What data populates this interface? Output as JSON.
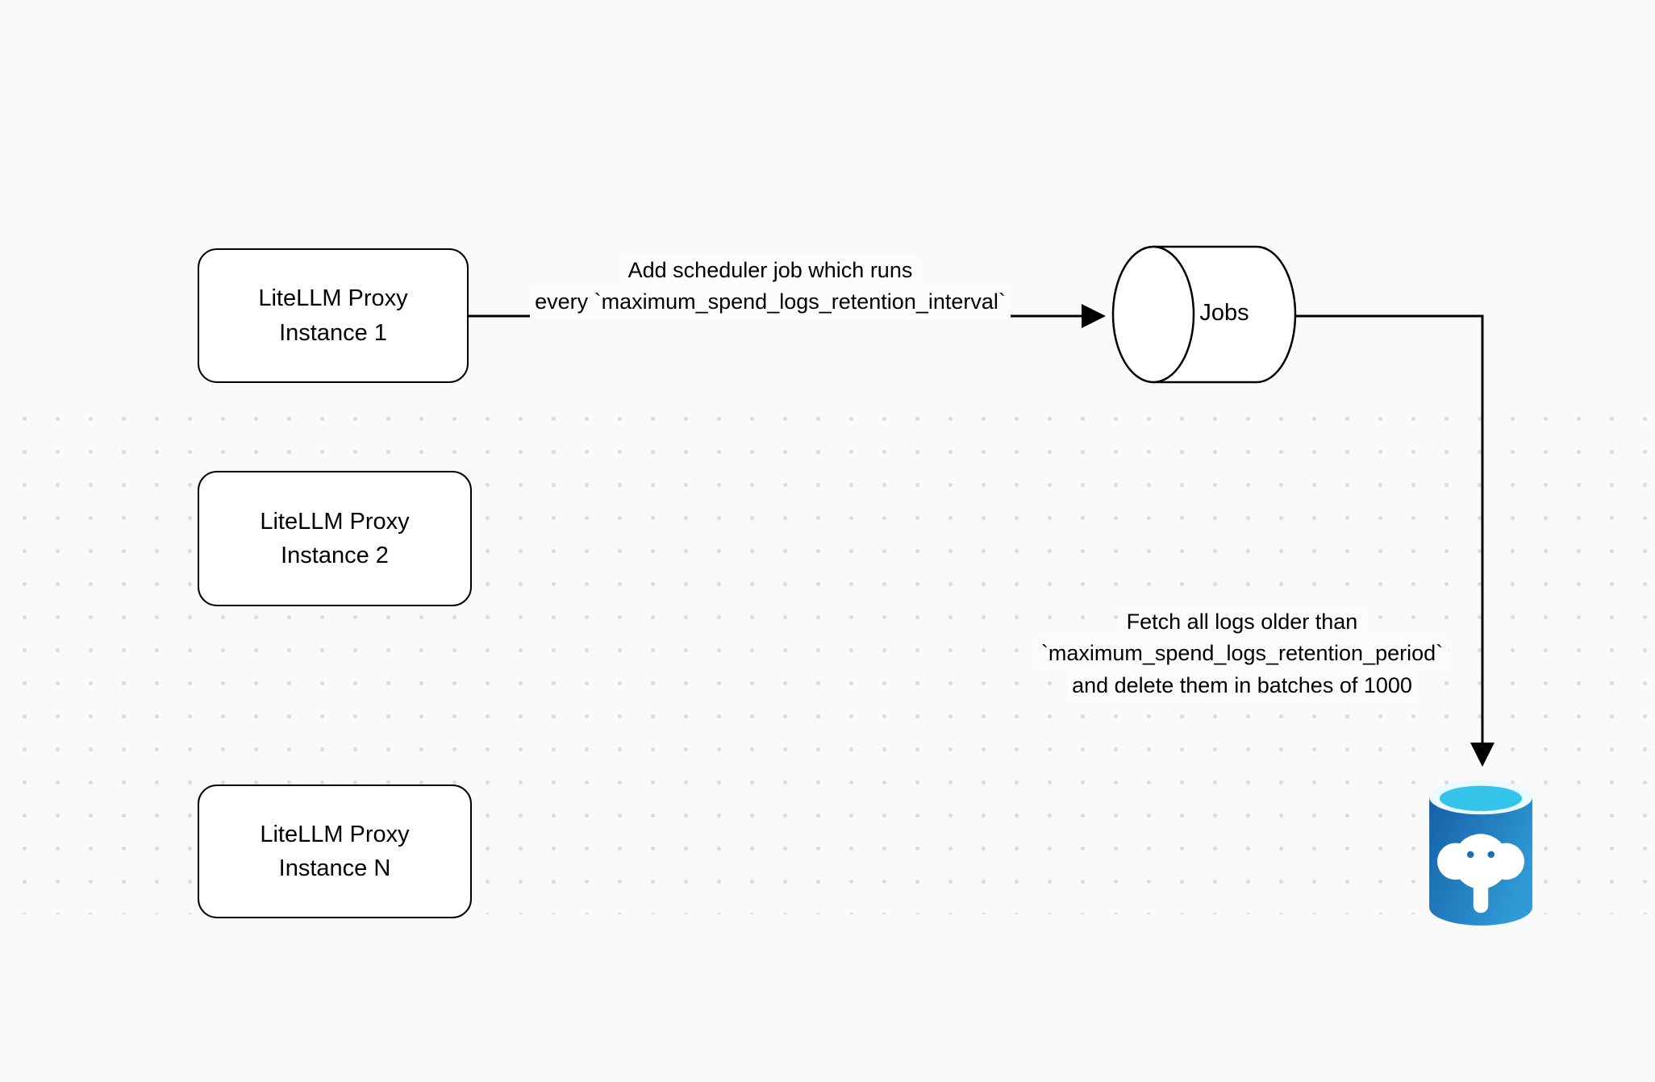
{
  "diagram": {
    "nodes": {
      "instance1": {
        "line1": "LiteLLM Proxy",
        "line2": "Instance 1"
      },
      "instance2": {
        "line1": "LiteLLM Proxy",
        "line2": "Instance 2"
      },
      "instanceN": {
        "line1": "LiteLLM Proxy",
        "line2": "Instance N"
      },
      "jobs": {
        "label": "Jobs"
      },
      "database": {
        "type": "postgresql-database"
      }
    },
    "edges": {
      "scheduler_job": {
        "line1": "Add scheduler job which runs",
        "line2": "every `maximum_spend_logs_retention_interval`"
      },
      "fetch_delete": {
        "line1": "Fetch all logs older than",
        "line2": "`maximum_spend_logs_retention_period`",
        "line3": "and delete them in batches of 1000"
      }
    },
    "colors": {
      "background": "#fafafa",
      "node_fill": "#ffffff",
      "node_stroke": "#000000",
      "db_body_blue": "#1b6fba",
      "db_top_cyan": "#35c4e9"
    }
  }
}
